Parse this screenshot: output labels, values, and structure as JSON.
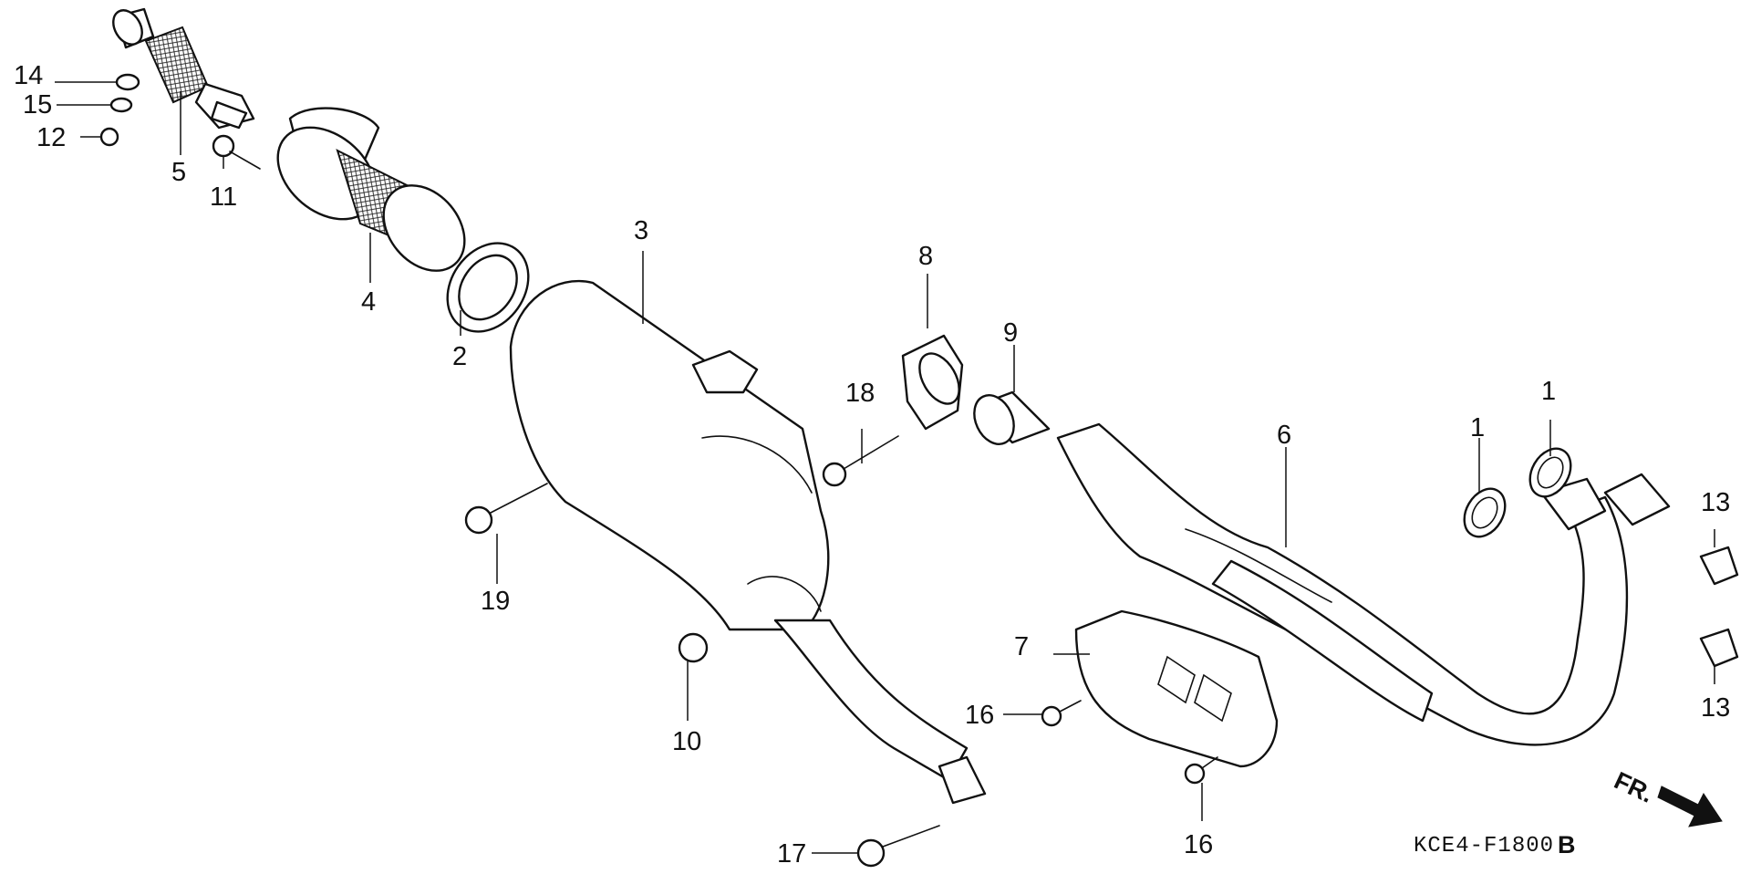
{
  "diagram": {
    "callouts": {
      "c1a": "1",
      "c1b": "1",
      "c2": "2",
      "c3": "3",
      "c4": "4",
      "c5": "5",
      "c6": "6",
      "c7": "7",
      "c8": "8",
      "c9": "9",
      "c10": "10",
      "c11": "11",
      "c12": "12",
      "c13a": "13",
      "c13b": "13",
      "c14": "14",
      "c15": "15",
      "c16a": "16",
      "c16b": "16",
      "c17": "17",
      "c18": "18",
      "c19": "19"
    },
    "drawing_code": "KCE4-F1800",
    "drawing_code_suffix": "B",
    "front_label": "FR."
  }
}
